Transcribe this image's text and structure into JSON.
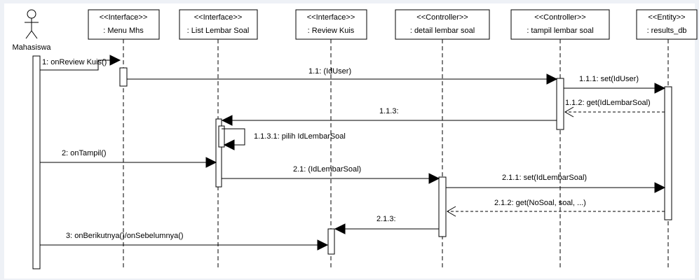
{
  "actor": {
    "name": "Mahasiswa"
  },
  "lifelines": [
    {
      "stereotype": "<<Interface>>",
      "name": ": Menu Mhs"
    },
    {
      "stereotype": "<<Interface>>",
      "name": ": List Lembar Soal"
    },
    {
      "stereotype": "<<Interface>>",
      "name": ": Review Kuis"
    },
    {
      "stereotype": "<<Controller>>",
      "name": ": detail lembar soal"
    },
    {
      "stereotype": "<<Controller>>",
      "name": ": tampil lembar soal"
    },
    {
      "stereotype": "<<Entity>>",
      "name": ": results_db"
    }
  ],
  "messages": [
    {
      "label": "1: onReview Kuis()"
    },
    {
      "label": "1.1: (IdUser)"
    },
    {
      "label": "1.1.1: set(IdUser)"
    },
    {
      "label": "1.1.2: get(IdLembarSoal)"
    },
    {
      "label": "1.1.3:"
    },
    {
      "label": "1.1.3.1: pilih IdLembarSoal"
    },
    {
      "label": "2: onTampil()"
    },
    {
      "label": "2.1: (IdLembarSoal)"
    },
    {
      "label": "2.1.1: set(IdLembarSoal)"
    },
    {
      "label": "2.1.2: get(NoSoal, soal, ...)"
    },
    {
      "label": "2.1.3:"
    },
    {
      "label": "3: onBerikutnya()/onSebelumnya()"
    }
  ]
}
